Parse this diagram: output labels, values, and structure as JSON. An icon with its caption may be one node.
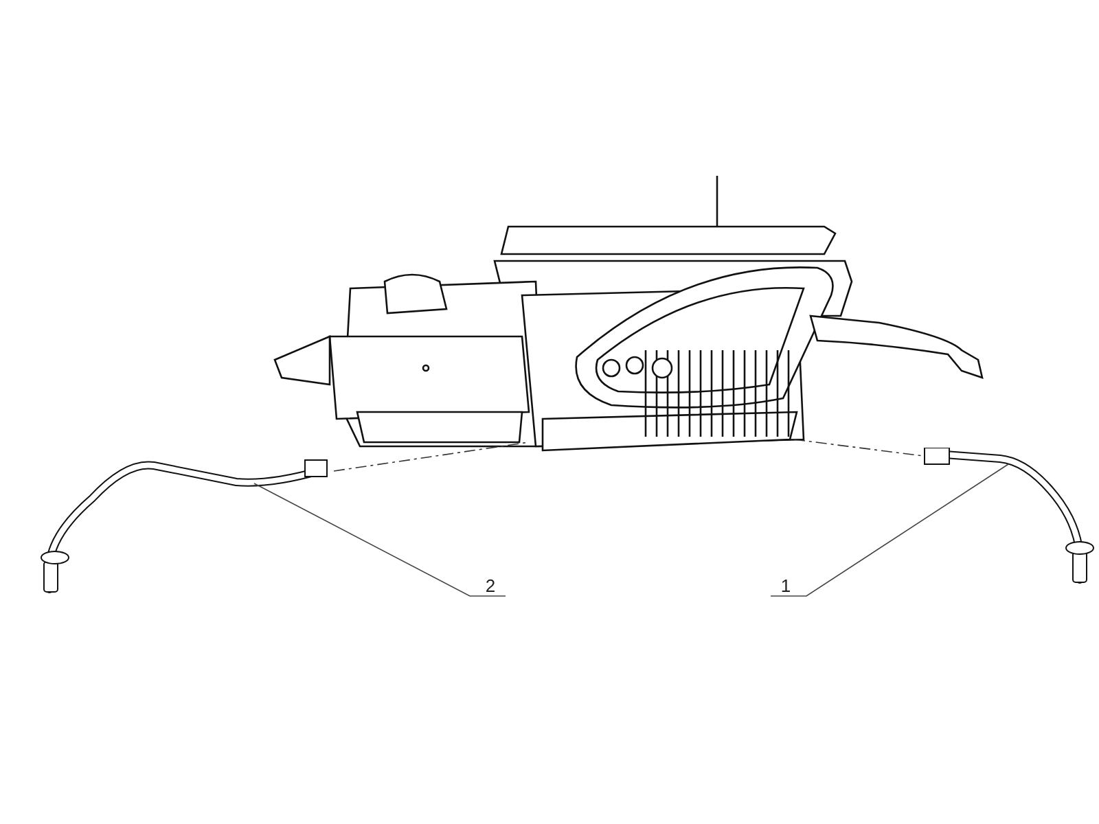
{
  "diagram": {
    "nodes": [
      {
        "text": [
          "2"
        ]
      },
      {
        "text": [],
        "shape": "picture"
      },
      {
        "text": [
          "1"
        ]
      },
      {
        "text": [],
        "shape": "picture"
      }
    ],
    "edges": [
      {
        "from": 0,
        "to": 1,
        "arrow": "none"
      },
      {
        "from": 2,
        "to": 3,
        "arrow": "none"
      }
    ]
  }
}
